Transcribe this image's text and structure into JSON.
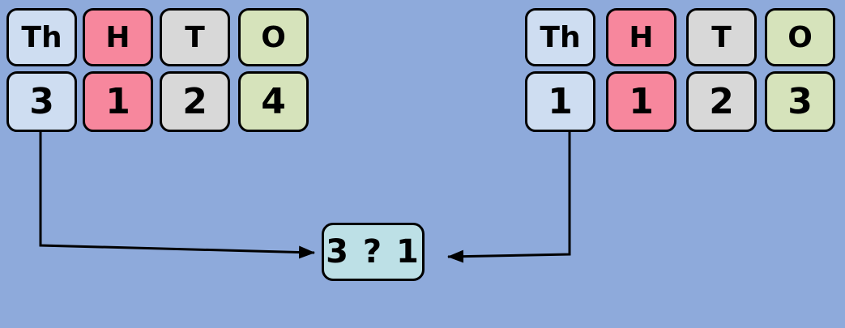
{
  "palette": {
    "background": "#8EAADB",
    "thousands_cell": "#CEDDF1",
    "hundreds_cell": "#F7879D",
    "tens_cell": "#D8D8D8",
    "ones_cell": "#D6E3BB",
    "comparison_cell": "#BDE0E6",
    "outline": "#000000"
  },
  "left_table": {
    "headers": [
      "Th",
      "H",
      "T",
      "O"
    ],
    "digits": [
      "3",
      "1",
      "2",
      "4"
    ]
  },
  "right_table": {
    "headers": [
      "Th",
      "H",
      "T",
      "O"
    ],
    "digits": [
      "1",
      "1",
      "2",
      "3"
    ]
  },
  "comparison": {
    "label": "3 ? 1"
  }
}
